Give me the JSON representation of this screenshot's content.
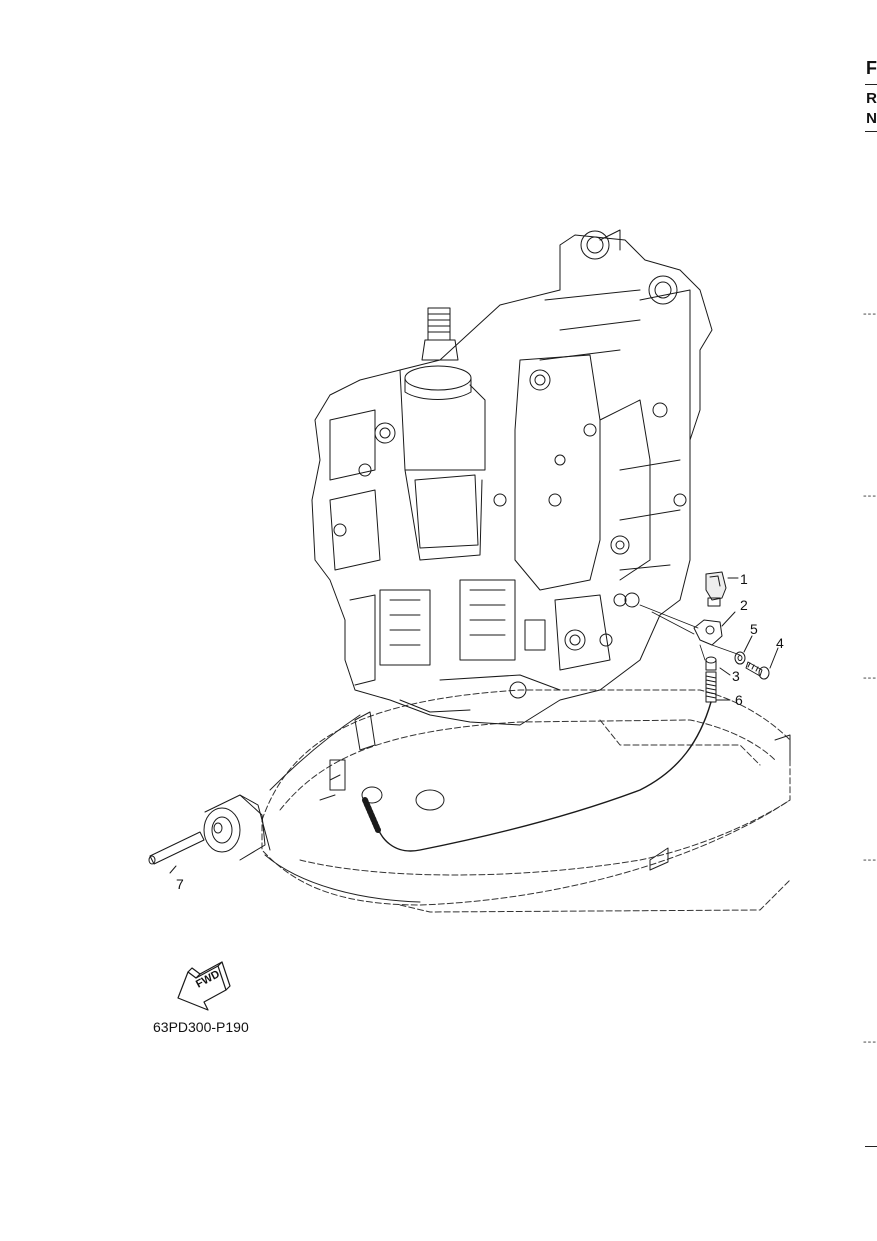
{
  "edge_tabs": {
    "letters": [
      "F",
      "R",
      "N"
    ]
  },
  "margin_marks": [
    "---",
    "---",
    "---",
    "---",
    "---"
  ],
  "callouts": [
    "1",
    "2",
    "3",
    "4",
    "5",
    "6",
    "7"
  ],
  "fwd_arrow": {
    "label": "FWD"
  },
  "figure_code": "63PD300-P190"
}
